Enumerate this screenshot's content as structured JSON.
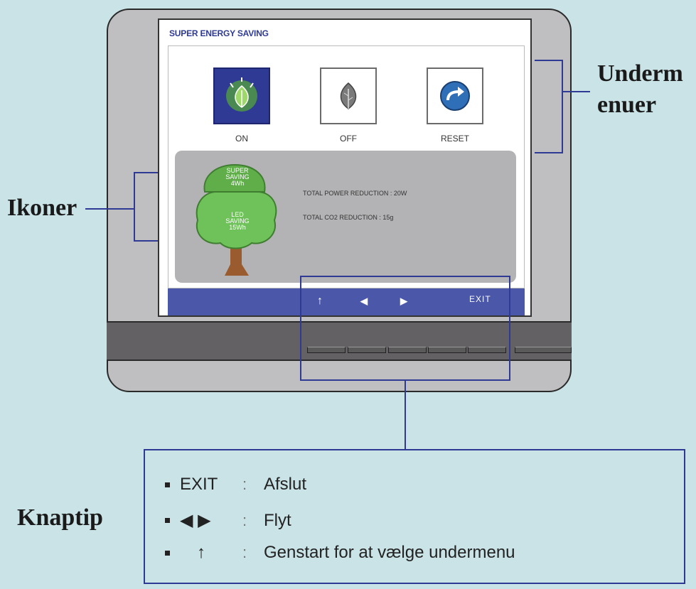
{
  "osd": {
    "title": "SUPER ENERGY SAVING",
    "menu": [
      {
        "label": "ON",
        "icon": "leaf-on-icon",
        "selected": true
      },
      {
        "label": "OFF",
        "icon": "leaf-off-icon",
        "selected": false
      },
      {
        "label": "RESET",
        "icon": "reset-arrow-icon",
        "selected": false
      }
    ],
    "tree": {
      "top_lines": [
        "SUPER",
        "SAVING",
        "4Wh"
      ],
      "bottom_lines": [
        "LED",
        "SAVING",
        "15Wh"
      ]
    },
    "info": {
      "power": "TOTAL POWER REDUCTION : 20W",
      "co2": "TOTAL CO2 REDUCTION : 15g"
    },
    "bar": {
      "up": "↑",
      "left": "◀",
      "right": "▶",
      "exit": "EXIT"
    }
  },
  "annotations": {
    "undermenuer_line1": "Underm",
    "undermenuer_line2": "enuer",
    "ikoner": "Ikoner",
    "knaptip": "Knaptip"
  },
  "tips": [
    {
      "key": "EXIT",
      "desc": "Afslut"
    },
    {
      "key": "◀ ▶",
      "desc": "Flyt"
    },
    {
      "key": "↑",
      "desc": "Genstart for at vælge undermenu"
    }
  ],
  "colors": {
    "background": "#c9e3e7",
    "accent": "#2e3a93",
    "osd_bar": "#4b57a9",
    "tree_green": "#5fae4a"
  }
}
